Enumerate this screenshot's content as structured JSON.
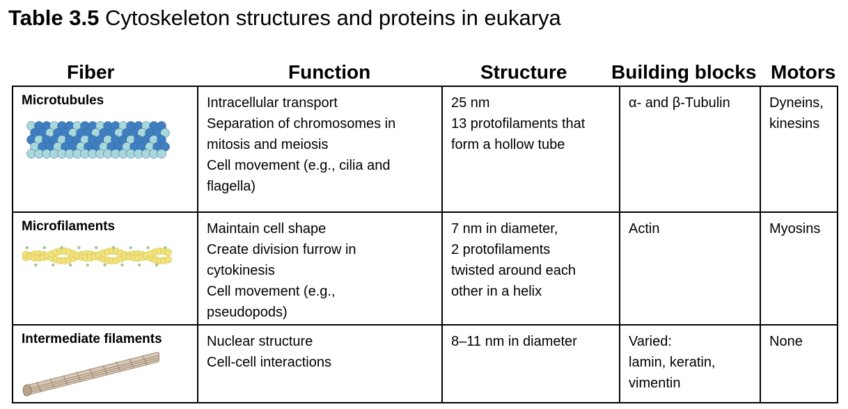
{
  "title": {
    "bold": "Table 3.5",
    "rest": "Cytoskeleton structures and proteins in eukarya"
  },
  "headers": {
    "fiber": "Fiber",
    "function": "Function",
    "structure": "Structure",
    "blocks": "Building blocks",
    "motors": "Motors"
  },
  "rows": [
    {
      "fiber": "Microtubules",
      "illustration": "microtubule-illustration",
      "function": [
        "Intracellular transport",
        "Separation of chromosomes in",
        "mitosis and meiosis",
        "Cell movement (e.g., cilia and",
        "flagella)"
      ],
      "structure": [
        "25 nm",
        "13 protofilaments that",
        "form a hollow tube"
      ],
      "blocks": [
        "α- and β-Tubulin"
      ],
      "motors": [
        "Dyneins,",
        "kinesins"
      ]
    },
    {
      "fiber": "Microfilaments",
      "illustration": "microfilament-illustration",
      "function": [
        "Maintain cell shape",
        "Create division furrow in",
        "cytokinesis",
        "Cell movement (e.g.,",
        "pseudopods)"
      ],
      "structure": [
        "7 nm in diameter,",
        "2 protofilaments",
        "twisted around each",
        "other in a helix"
      ],
      "blocks": [
        "Actin"
      ],
      "motors": [
        "Myosins"
      ]
    },
    {
      "fiber": "Intermediate filaments",
      "illustration": "intermediate-filament-illustration",
      "function": [
        "Nuclear structure",
        "Cell-cell interactions"
      ],
      "structure": [
        "8–11 nm in diameter"
      ],
      "blocks": [
        "Varied:",
        "lamin, keratin,",
        "vimentin"
      ],
      "motors": [
        "None"
      ]
    }
  ],
  "colors": {
    "microtubule_dark": "#3f7fc1",
    "microtubule_light": "#a9d8dc",
    "actin": "#f1e27a",
    "actin_bead": "#9cc98a",
    "intermediate": "#d9c7b3"
  }
}
